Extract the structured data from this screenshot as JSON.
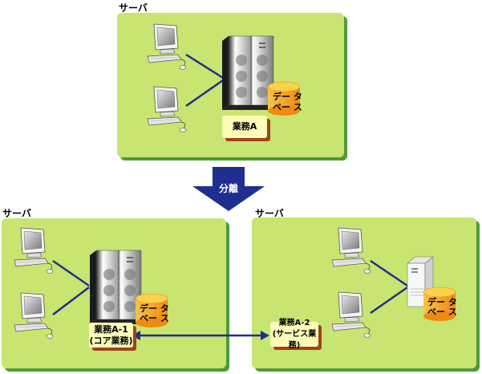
{
  "top_server": {
    "label": "サーバ",
    "database": {
      "line1": "デー タ",
      "line2": "ベー ス"
    },
    "task": "業務A"
  },
  "split_arrow": {
    "label": "分離",
    "color": "#1f2f8f"
  },
  "bottom_left_server": {
    "label": "サーバ",
    "database": {
      "line1": "デー タ",
      "line2": "ベー ス"
    },
    "task": {
      "line1": "業務A-1",
      "line2": "(コア業務)"
    }
  },
  "bottom_right_server": {
    "label": "サーバ",
    "database": {
      "line1": "デー タ",
      "line2": "ベー ス"
    },
    "task": {
      "line1": "業務A-2",
      "line2": "(サービス業務)"
    }
  },
  "colors": {
    "panel": "#c7e570",
    "panel_shadow": "#4f9a3c",
    "link_line": "#1f2f8f",
    "database": "#f5a623",
    "task_box": "#fcfcb8",
    "task_shadow": "#a0421a"
  }
}
